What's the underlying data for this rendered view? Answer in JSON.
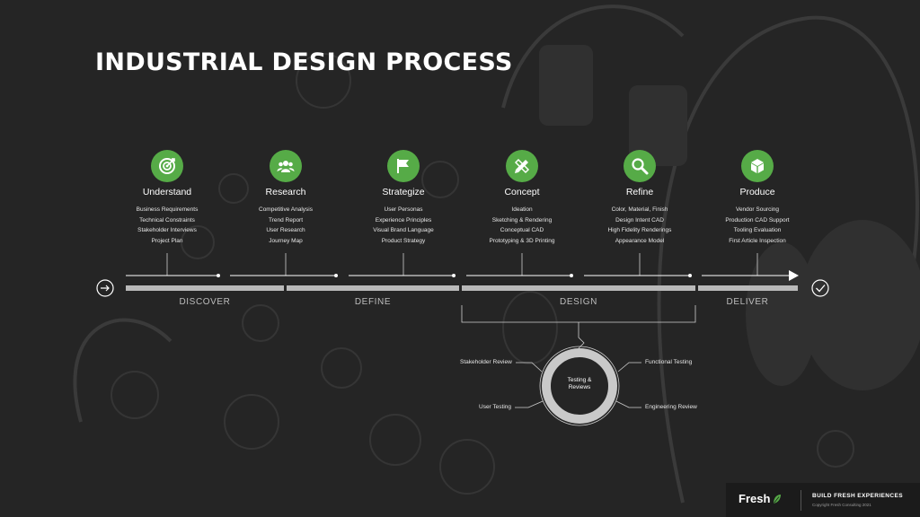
{
  "title": "INDUSTRIAL DESIGN PROCESS",
  "steps": [
    {
      "name": "Understand",
      "icon": "target-icon",
      "items": [
        "Business Requirements",
        "Technical Constraints",
        "Stakeholder Interviews",
        "Project Plan"
      ]
    },
    {
      "name": "Research",
      "icon": "users-icon",
      "items": [
        "Competitive Analysis",
        "Trend Report",
        "User Research",
        "Journey Map"
      ]
    },
    {
      "name": "Strategize",
      "icon": "flag-icon",
      "items": [
        "User Personas",
        "Experience Principles",
        "Visual Brand Language",
        "Product Strategy"
      ]
    },
    {
      "name": "Concept",
      "icon": "pencil-ruler-icon",
      "items": [
        "Ideation",
        "Sketching & Rendering",
        "Conceptual CAD",
        "Prototyping & 3D Printing"
      ]
    },
    {
      "name": "Refine",
      "icon": "magnifier-icon",
      "items": [
        "Color, Material, Finish",
        "Design Intent CAD",
        "High Fidelity Renderings",
        "Appearance Model"
      ]
    },
    {
      "name": "Produce",
      "icon": "cube-icon",
      "items": [
        "Vendor Sourcing",
        "Production CAD Support",
        "Tooling Evaluation",
        "First Article Inspection"
      ]
    }
  ],
  "phases": [
    "DISCOVER",
    "DEFINE",
    "DESIGN",
    "DELIVER"
  ],
  "loop": {
    "center": "Testing & Reviews",
    "stakeholder_review": "Stakeholder Review",
    "functional_testing": "Functional Testing",
    "user_testing": "User Testing",
    "engineering_review": "Engineering Review"
  },
  "footer": {
    "brand": "Fresh",
    "tagline": "BUILD FRESH EXPERIENCES",
    "copyright": "Copyright Fresh Consulting 2021"
  },
  "colors": {
    "background": "#252525",
    "accent_green": "#56ab47",
    "bar_gray": "#b9b9b9",
    "text": "#ffffff"
  }
}
